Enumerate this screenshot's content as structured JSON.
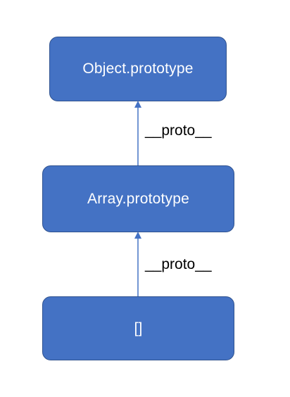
{
  "nodes": {
    "object_prototype": "Object.prototype",
    "array_prototype": "Array.prototype",
    "empty_array": "[]"
  },
  "edges": [
    {
      "label": "__proto__",
      "from": "Array.prototype",
      "to": "Object.prototype"
    },
    {
      "label": "__proto__",
      "from": "[]",
      "to": "Array.prototype"
    }
  ],
  "colors": {
    "node_fill": "#4472c4",
    "node_border": "#2f528f",
    "arrow": "#4472c4",
    "node_text": "#ffffff",
    "edge_label_text": "#000000"
  }
}
